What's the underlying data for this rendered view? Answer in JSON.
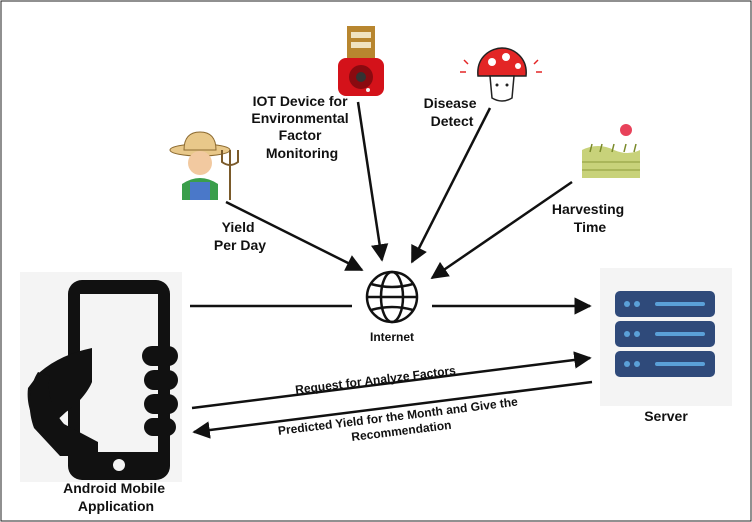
{
  "nodes": {
    "iot_device": {
      "label_lines": [
        "IOT Device for",
        "Environmental",
        "Factor",
        "Monitoring"
      ],
      "icon": "iot-sensor-icon"
    },
    "disease": {
      "label_lines": [
        "Disease",
        "Detect"
      ],
      "icon": "mushroom-icon"
    },
    "yield": {
      "label_lines": [
        "Yield",
        "Per Day"
      ],
      "icon": "farmer-icon"
    },
    "harvest": {
      "label_lines": [
        "Harvesting",
        "Time"
      ],
      "icon": "field-sun-icon"
    },
    "internet": {
      "label": "Internet",
      "icon": "globe-icon"
    },
    "server": {
      "label": "Server",
      "icon": "server-rack-icon"
    },
    "mobile": {
      "label_lines": [
        "Android Mobile",
        "Application"
      ],
      "icon": "hand-phone-icon"
    }
  },
  "edges": {
    "request": {
      "label": "Request for Analyze Factors"
    },
    "response": {
      "label_lines": [
        "Predicted Yield for the Month and Give the",
        "Recommendation"
      ]
    }
  },
  "colors": {
    "line": "#111111",
    "server_blue": "#2F4A7A",
    "server_dot": "#5AA0D8",
    "device_red": "#D4121A",
    "mushroom_red": "#E32626",
    "sun": "#E8425A",
    "panel_bg": "#F4F4F4"
  }
}
